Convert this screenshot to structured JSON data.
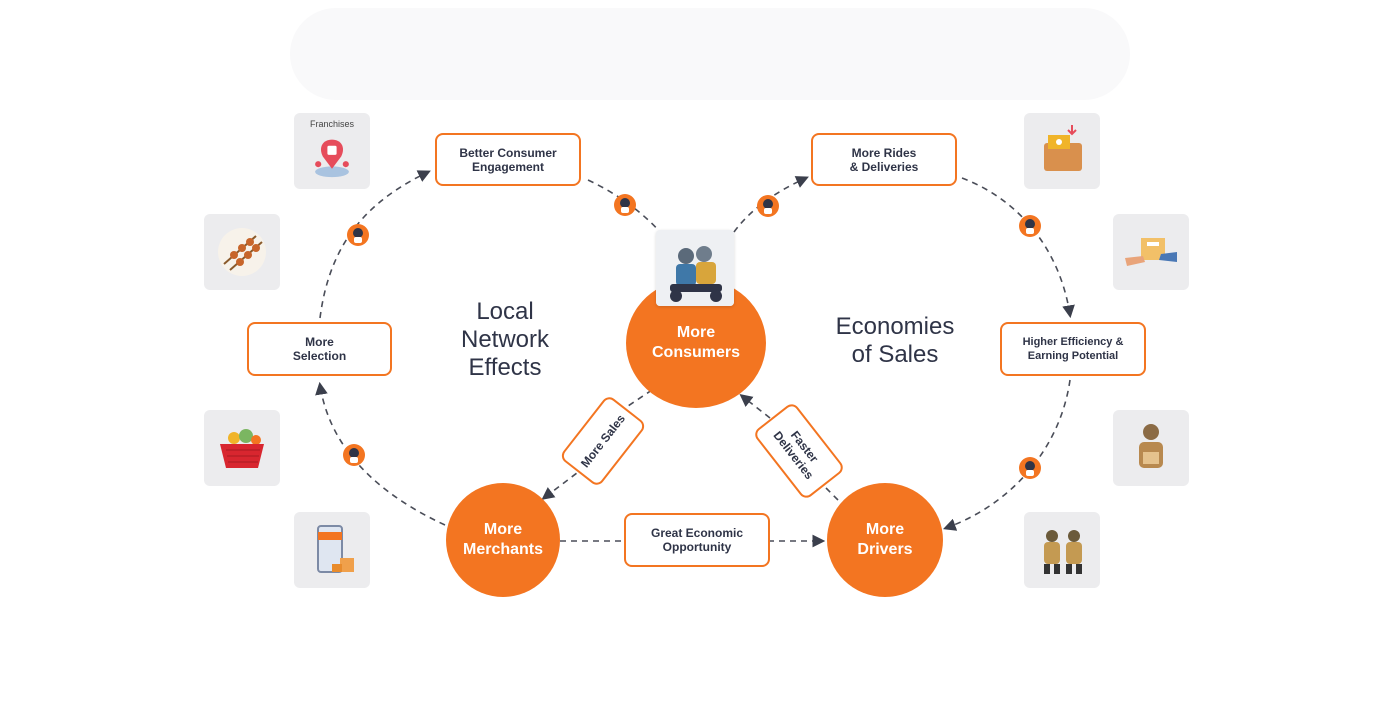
{
  "diagram": {
    "left_cycle_label": "Local\nNetwork\nEffects",
    "right_cycle_label": "Economies\nof Sales",
    "nodes": {
      "consumers": "More\nConsumers",
      "merchants": "More\nMerchants",
      "drivers": "More\nDrivers"
    },
    "edges": {
      "better_engagement": "Better Consumer\nEngagement",
      "more_selection": "More\nSelection",
      "more_rides": "More Rides\n& Deliveries",
      "higher_efficiency": "Higher Efficiency &\nEarning Potential",
      "great_opportunity": "Great Economic\nOpportunity",
      "more_sales": "More Sales",
      "faster_deliveries": "Faster\nDeliveries"
    },
    "tiles": {
      "franchises_label": "Franchises"
    },
    "colors": {
      "accent": "#f37521",
      "text": "#2f3447",
      "tile_bg": "#ececee"
    }
  }
}
